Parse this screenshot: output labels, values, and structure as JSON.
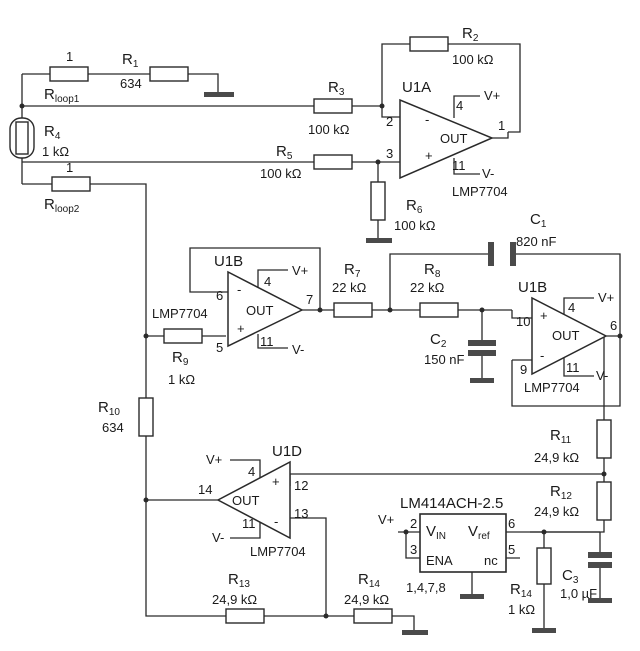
{
  "resistors": {
    "rloop1": {
      "name": "R",
      "sub": "loop1",
      "pin": "1"
    },
    "r1": {
      "name": "R",
      "sub": "1",
      "value": "634"
    },
    "r2": {
      "name": "R",
      "sub": "2",
      "value": "100 kΩ"
    },
    "r3": {
      "name": "R",
      "sub": "3",
      "value": "100 kΩ"
    },
    "r4": {
      "name": "R",
      "sub": "4",
      "value": "1 kΩ"
    },
    "r5": {
      "name": "R",
      "sub": "5",
      "value": "100 kΩ"
    },
    "r6": {
      "name": "R",
      "sub": "6",
      "value": "100 kΩ"
    },
    "rloop2": {
      "name": "R",
      "sub": "loop2",
      "pin": "1"
    },
    "r7": {
      "name": "R",
      "sub": "7",
      "value": "22 kΩ"
    },
    "r8": {
      "name": "R",
      "sub": "8",
      "value": "22 kΩ"
    },
    "r9": {
      "name": "R",
      "sub": "9",
      "value": "1 kΩ"
    },
    "r10": {
      "name": "R",
      "sub": "10",
      "value": "634"
    },
    "r11": {
      "name": "R",
      "sub": "11",
      "value": "24,9 kΩ"
    },
    "r12": {
      "name": "R",
      "sub": "12",
      "value": "24,9 kΩ"
    },
    "r13": {
      "name": "R",
      "sub": "13",
      "value": "24,9 kΩ"
    },
    "r14a": {
      "name": "R",
      "sub": "14",
      "value": "24,9 kΩ"
    },
    "r14b": {
      "name": "R",
      "sub": "14",
      "value": "1 kΩ"
    }
  },
  "capacitors": {
    "c1": {
      "name": "C",
      "sub": "1",
      "value": "820 nF"
    },
    "c2": {
      "name": "C",
      "sub": "2",
      "value": "150 nF"
    },
    "c3": {
      "name": "C",
      "sub": "3",
      "value": "1,0 µF"
    }
  },
  "opamps": {
    "u1a": {
      "label": "U1A",
      "part": "LMP7704",
      "minus_pin": "2",
      "plus_pin": "3",
      "out_pin": "1",
      "vp_pin": "4",
      "vn_pin": "11",
      "out": "OUT",
      "vp": "V+",
      "vn": "V-",
      "minus": "-",
      "plus": "+"
    },
    "u1b1": {
      "label": "U1B",
      "part": "LMP7704",
      "minus_pin": "6",
      "plus_pin": "5",
      "out_pin": "7",
      "vp_pin": "4",
      "vn_pin": "11",
      "out": "OUT",
      "vp": "V+",
      "vn": "V-",
      "minus": "-",
      "plus": "+"
    },
    "u1b2": {
      "label": "U1B",
      "part": "LMP7704",
      "minus_pin": "9",
      "plus_pin": "10",
      "out_pin": "6",
      "vp_pin": "4",
      "vn_pin": "11",
      "out": "OUT",
      "vp": "V+",
      "vn": "V-",
      "minus": "-",
      "plus": "+"
    },
    "u1d": {
      "label": "U1D",
      "part": "LMP7704",
      "minus_pin": "13",
      "plus_pin": "12",
      "out_pin": "14",
      "vp_pin": "4",
      "vn_pin": "11",
      "out": "OUT",
      "vp": "V+",
      "vn": "V-",
      "minus": "-",
      "plus": "+"
    }
  },
  "reference": {
    "part": "LM414ACH-2.5",
    "vin": "V",
    "vin_sub": "IN",
    "vref": "V",
    "vref_sub": "ref",
    "ena": "ENA",
    "nc": "nc",
    "pin_vin": "2",
    "pin_ena": "3",
    "pin_vref": "6",
    "pin_nc": "5",
    "gnd_pins": "1,4,7,8",
    "supply": "V+"
  }
}
